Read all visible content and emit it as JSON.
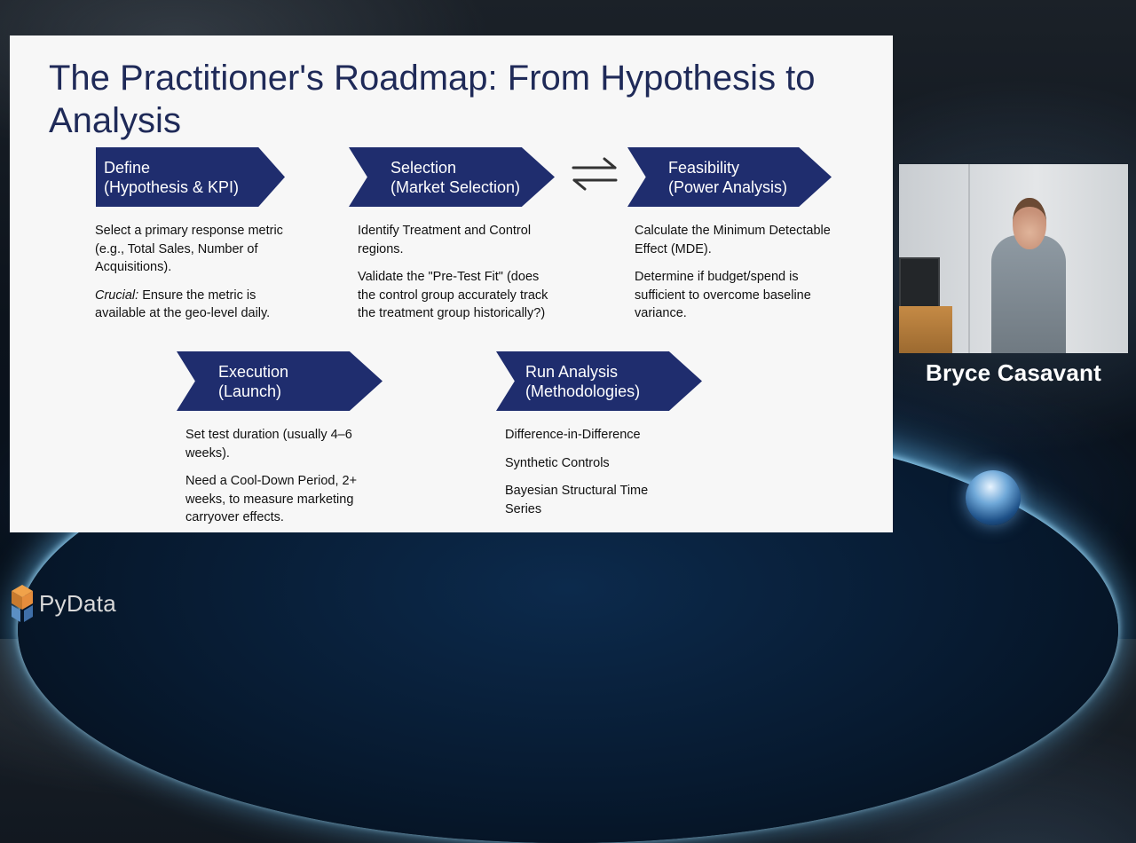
{
  "slide": {
    "title": "The Practitioner's Roadmap: From Hypothesis to Analysis",
    "steps": [
      {
        "line1": "Define",
        "line2": "(Hypothesis & KPI)",
        "desc": [
          "Select a primary response metric (e.g., Total Sales, Number of Acquisitions).",
          "Ensure the metric is available at the geo-level daily."
        ],
        "desc_emphasis": "Crucial:"
      },
      {
        "line1": "Selection",
        "line2": "(Market Selection)",
        "desc": [
          "Identify Treatment and Control regions.",
          "Validate the \"Pre-Test Fit\" (does the control group accurately track the treatment group historically?)"
        ]
      },
      {
        "line1": "Feasibility",
        "line2": "(Power Analysis)",
        "desc": [
          "Calculate the Minimum Detectable Effect (MDE).",
          "Determine if budget/spend is sufficient to overcome baseline variance."
        ]
      },
      {
        "line1": "Execution",
        "line2": "(Launch)",
        "desc": [
          "Set test duration (usually 4–6 weeks).",
          "Need a Cool-Down Period, 2+ weeks, to measure marketing carryover effects."
        ]
      },
      {
        "line1": "Run Analysis",
        "line2": "(Methodologies)",
        "desc": [
          "Difference-in-Difference",
          "Synthetic Controls",
          "Bayesian Structural Time Series"
        ]
      }
    ],
    "swap_icon": "bidirectional-arrows-icon"
  },
  "speaker": {
    "name": "Bryce Casavant"
  },
  "branding": {
    "logo_text": "PyData"
  },
  "colors": {
    "chevron": "#1f2d6e",
    "title": "#1f2a58",
    "slide_bg": "#f7f7f7"
  }
}
